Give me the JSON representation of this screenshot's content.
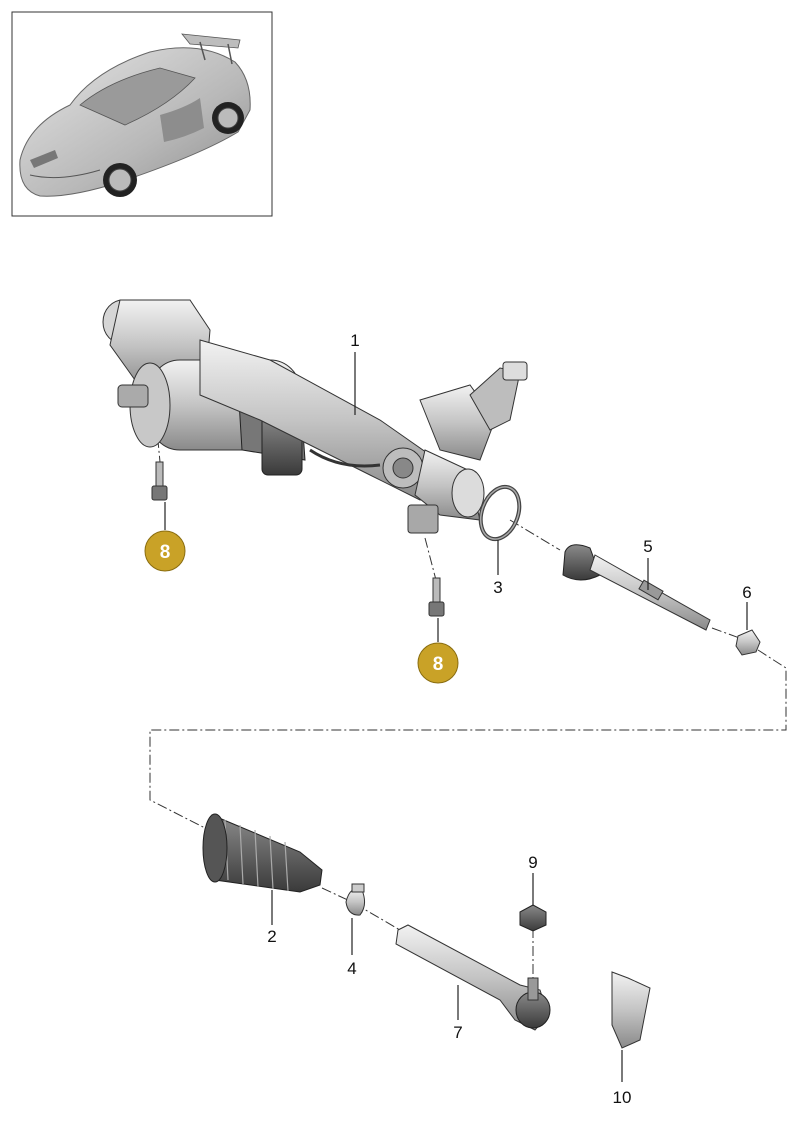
{
  "diagram": {
    "accent_color": "#c9a227",
    "callouts": {
      "p1": "1",
      "p2": "2",
      "p3": "3",
      "p4": "4",
      "p5": "5",
      "p6": "6",
      "p7": "7",
      "p8a": "8",
      "p8b": "8",
      "p9": "9",
      "p10": "10"
    }
  }
}
